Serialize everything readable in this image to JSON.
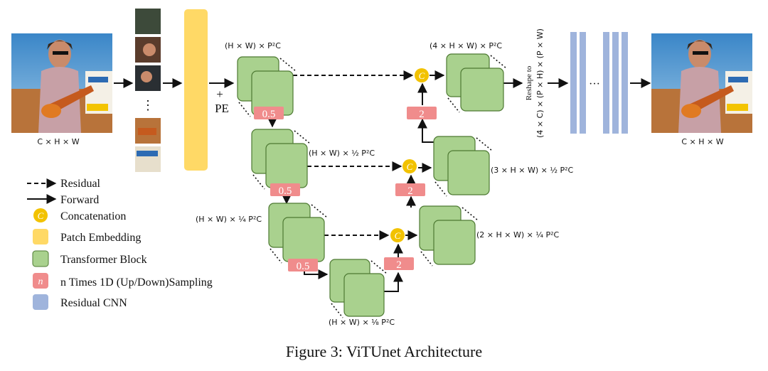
{
  "diagram": {
    "labels": {
      "input_size": "C × H × W",
      "output_size": "C × H × W",
      "pe_plus": "+",
      "pe": "PE",
      "reshape_line1": "Reshape to",
      "reshape_line2": "(4 × C) × (P × H) × (P × W)",
      "ellipsis_vertical": "⋮",
      "ellipsis_horizontal": "···"
    },
    "dims": {
      "enc1": "(H × W) × P²C",
      "enc2": "(H × W) × ½ P²C",
      "enc3": "(H × W) × ¼ P²C",
      "bottleneck": "(H × W) × ⅛ P²C",
      "dec1": "(4 × H × W) × P²C",
      "dec2": "(3 × H × W) × ½ P²C",
      "dec3": "(2 × H × W) × ¼ P²C"
    },
    "factors": {
      "down1": "0.5",
      "down2": "0.5",
      "down3": "0.5",
      "up1": "2",
      "up2": "2",
      "up3": "2"
    },
    "concat_symbol": "C",
    "legend": [
      {
        "key": "residual",
        "label": "Residual"
      },
      {
        "key": "forward",
        "label": "Forward"
      },
      {
        "key": "concat",
        "label": "Concatenation"
      },
      {
        "key": "patch",
        "label": "Patch Embedding"
      },
      {
        "key": "transformer",
        "label": "Transformer Block"
      },
      {
        "key": "sampling",
        "label": "n Times 1D (Up/Down)Sampling"
      },
      {
        "key": "cnn",
        "label": "Residual CNN"
      }
    ]
  },
  "colors": {
    "transformer": "#a9d18e",
    "transformer_stroke": "#4e7a33",
    "patch_embedding": "#ffd966",
    "concat": "#f2c200",
    "sampling": "#f08c8c",
    "cnn": "#9fb4dc"
  },
  "caption": "Figure 3: ViTUnet Architecture"
}
